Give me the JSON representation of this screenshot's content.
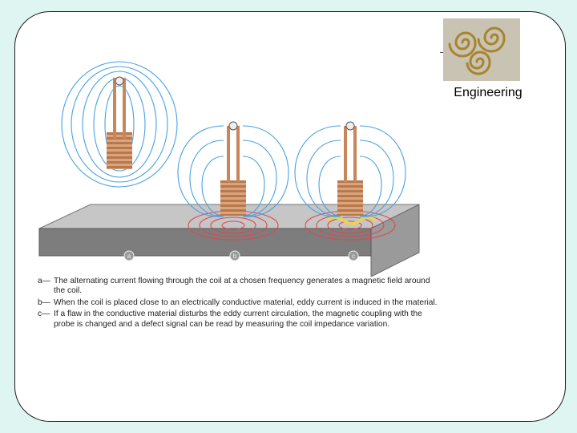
{
  "logo": {
    "caption": "Engineering"
  },
  "diagram": {
    "plate_labels": [
      "a",
      "b",
      "c"
    ]
  },
  "captions": [
    {
      "key": "a—",
      "text": "The alternating current flowing through the coil at a chosen frequency generates a magnetic field around the coil."
    },
    {
      "key": "b—",
      "text": "When the coil is placed close to an electrically conductive material, eddy current is induced in the material."
    },
    {
      "key": "c—",
      "text": "If a flaw in the conductive material disturbs the eddy current circulation, the magnetic coupling with the probe is changed and a defect signal can be read by measuring the coil impedance variation."
    }
  ],
  "colors": {
    "background": "#dff5f2",
    "field_lines": "#4aa0e0",
    "eddy_current": "#e0474f",
    "coil": "#c8875a",
    "plate_top": "#c6c6c6",
    "plate_front": "#7d7d7d",
    "flaw": "#e8d35a"
  }
}
